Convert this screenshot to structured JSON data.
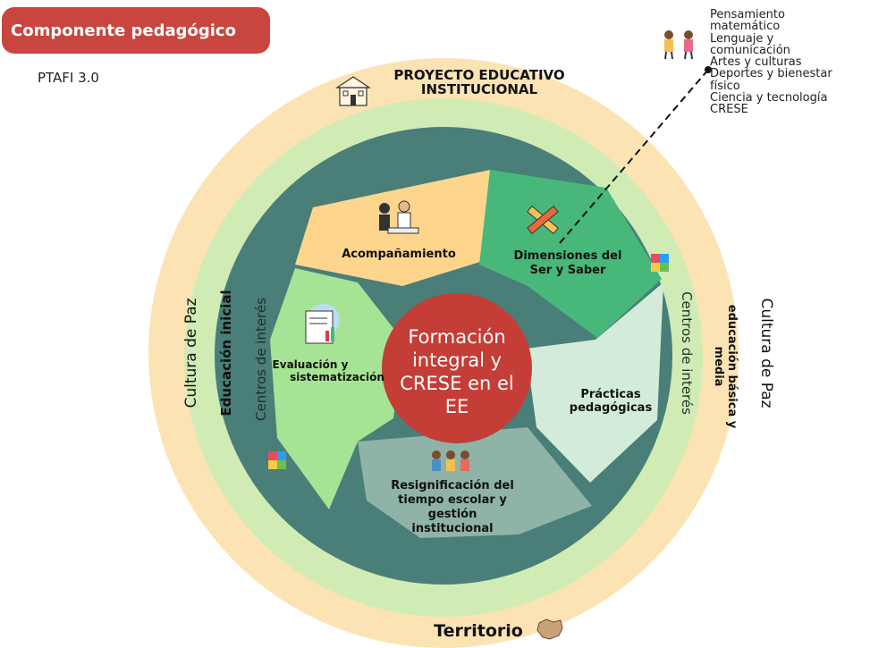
{
  "header": {
    "badge": "Componente pedagógico",
    "subtitle": "PTAFI 3.0"
  },
  "outer_ring": {
    "top_line1": "PROYECTO EDUCATIVO",
    "top_line2": "INSTITUCIONAL",
    "bottom": "Territorio",
    "left": "Cultura de Paz",
    "right": "Cultura de Paz"
  },
  "middle_ring": {
    "left": "Educación inicial",
    "right_line1": "educación básica y",
    "right_line2": "media"
  },
  "inner_ring": {
    "left": "Centros de interés",
    "right": "Centros de interés"
  },
  "segments": {
    "acompanamiento": "Acompañamiento",
    "dimensiones_line1": "Dimensiones del",
    "dimensiones_line2": "Ser y Saber",
    "practicas_line1": "Prácticas",
    "practicas_line2": "pedagógicas",
    "resignificacion_line1": "Resignificación del",
    "resignificacion_line2": "tiempo escolar y",
    "resignificacion_line3": "gestión",
    "resignificacion_line4": "institucional",
    "evaluacion_line1": "Evaluación y",
    "evaluacion_line2": "sistematización"
  },
  "center": {
    "line1": "Formación",
    "line2": "integral y",
    "line3": "CRESE en el",
    "line4": "EE"
  },
  "dimensions_list": [
    "Pensamiento",
    "matemático",
    "Lenguaje y",
    "comunicación",
    "Artes y culturas",
    "Deportes y bienestar",
    "físico",
    "Ciencia y tecnología",
    "CRESE"
  ],
  "colors": {
    "badge": "#c8463f",
    "outer_ring": "#fbe3b4",
    "middle_ring": "#d0ecb4",
    "inner_ring": "#4a7e78",
    "acompanamiento": "#fdd58d",
    "dimensiones": "#47b77a",
    "practicas": "#d2ecd9",
    "resignificacion": "#8fb3a7",
    "evaluacion": "#a7e394",
    "center": "#c43d37"
  },
  "icons": {
    "school": "school-building-icon",
    "people": "meeting-people-icon",
    "tools": "pencil-ruler-icon",
    "evaluation": "report-chart-icon",
    "group": "group-people-icon",
    "puzzle": "puzzle-icon",
    "kids": "children-icon",
    "map": "territory-map-icon"
  }
}
